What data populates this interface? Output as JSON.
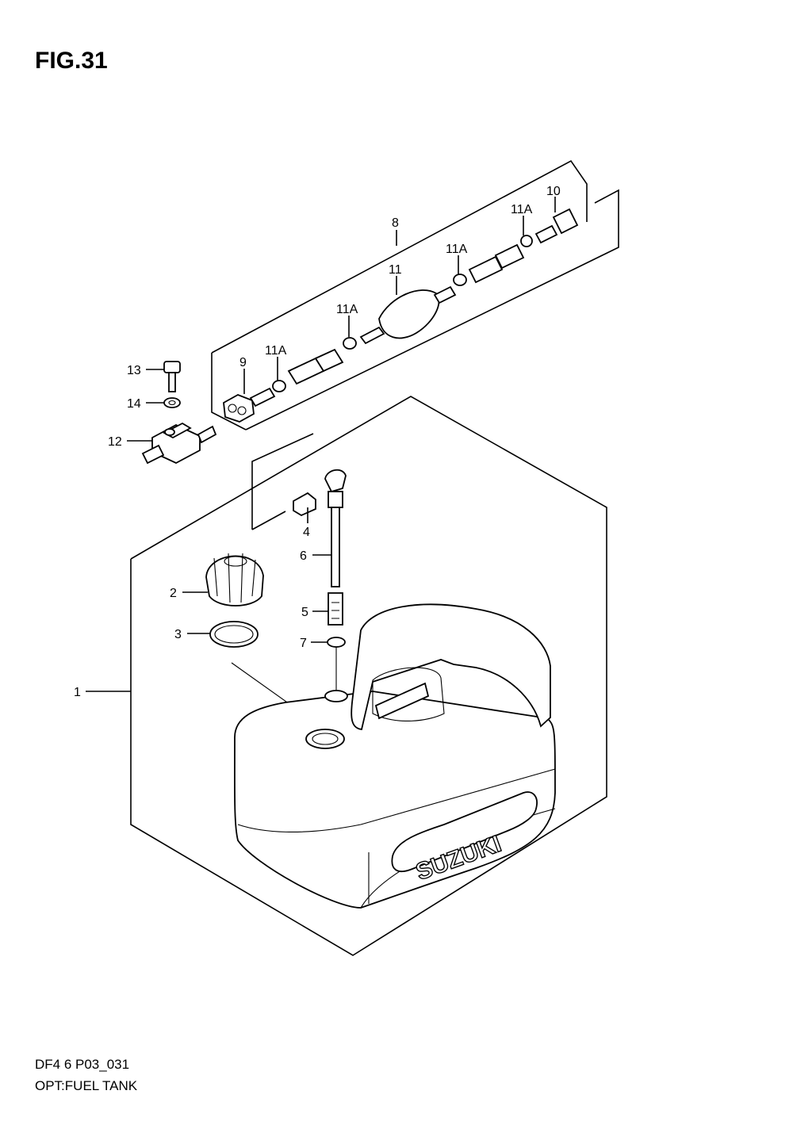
{
  "figure": {
    "title": "FIG.31",
    "code": "DF4 6 P03_031",
    "name": "OPT:FUEL TANK"
  },
  "callouts": [
    {
      "id": "c1",
      "label": "1"
    },
    {
      "id": "c2",
      "label": "2"
    },
    {
      "id": "c3",
      "label": "3"
    },
    {
      "id": "c4",
      "label": "4"
    },
    {
      "id": "c5",
      "label": "5"
    },
    {
      "id": "c6",
      "label": "6"
    },
    {
      "id": "c7",
      "label": "7"
    },
    {
      "id": "c8",
      "label": "8"
    },
    {
      "id": "c9",
      "label": "9"
    },
    {
      "id": "c10",
      "label": "10"
    },
    {
      "id": "c11",
      "label": "11"
    },
    {
      "id": "c11a1",
      "label": "11A"
    },
    {
      "id": "c11a2",
      "label": "11A"
    },
    {
      "id": "c11a3",
      "label": "11A"
    },
    {
      "id": "c11a4",
      "label": "11A"
    },
    {
      "id": "c12",
      "label": "12"
    },
    {
      "id": "c13",
      "label": "13"
    },
    {
      "id": "c14",
      "label": "14"
    }
  ],
  "tank_logo": "SUZUKI"
}
